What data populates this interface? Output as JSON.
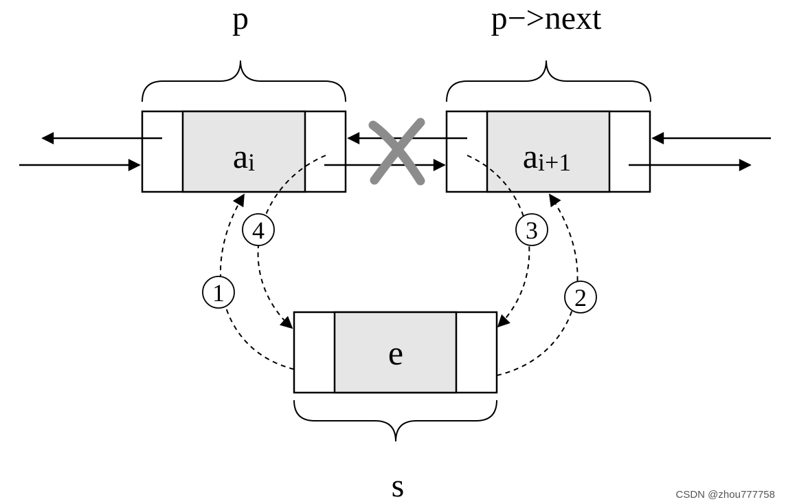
{
  "labels": {
    "p": "p",
    "p_next": "p−>next",
    "s": "s"
  },
  "nodes": {
    "ai": {
      "base": "a",
      "sub": "i"
    },
    "ai1": {
      "base": "a",
      "sub": "i+1"
    },
    "e": {
      "base": "e"
    }
  },
  "steps": {
    "one": "1",
    "two": "2",
    "three": "3",
    "four": "4"
  },
  "watermark": "CSDN @zhou777758",
  "colors": {
    "node_fill": "#e6e6e6",
    "stroke": "#000000",
    "cross": "#8c8c8c"
  }
}
